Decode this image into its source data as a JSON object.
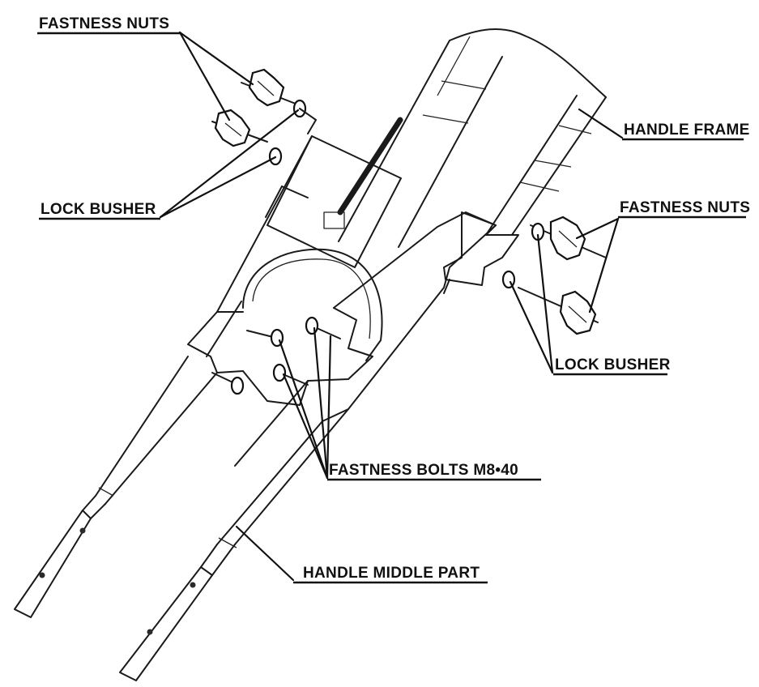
{
  "labels": {
    "fastness_nuts_top": "FASTNESS NUTS",
    "lock_busher_left": "LOCK BUSHER",
    "handle_frame": "HANDLE FRAME",
    "fastness_nuts_right": "FASTNESS NUTS",
    "lock_busher_right": "LOCK BUSHER",
    "fastness_bolts": "FASTNESS BOLTS M8•40",
    "handle_middle_part": "HANDLE MIDDLE PART"
  }
}
